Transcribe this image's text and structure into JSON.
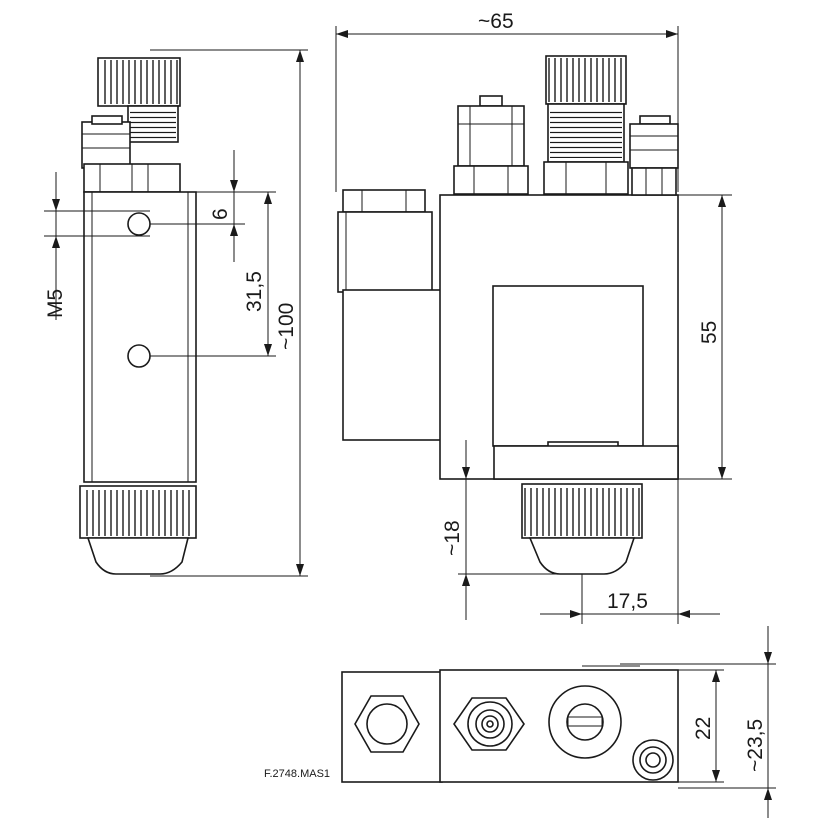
{
  "dimensions": {
    "width_approx": "~65",
    "height_55": "55",
    "depth_approx_18": "~18",
    "offset_17_5": "17,5",
    "thread_m5": "M5",
    "spacing_6": "6",
    "spacing_31_5": "31,5",
    "length_approx_100": "~100",
    "height_22": "22",
    "height_approx_23_5": "~23,5"
  },
  "drawing_code": "F.2748.MAS1"
}
